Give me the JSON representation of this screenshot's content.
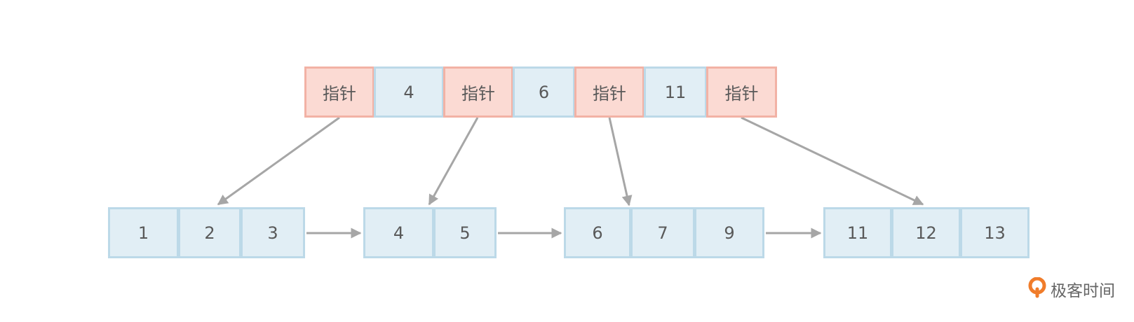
{
  "diagram": {
    "top_node": [
      {
        "text": "指针",
        "kind": "pointer"
      },
      {
        "text": "4",
        "kind": "key"
      },
      {
        "text": "指针",
        "kind": "pointer"
      },
      {
        "text": "6",
        "kind": "key"
      },
      {
        "text": "指针",
        "kind": "pointer"
      },
      {
        "text": "11",
        "kind": "key"
      },
      {
        "text": "指针",
        "kind": "pointer"
      }
    ],
    "leaf_nodes": [
      {
        "keys": [
          "1",
          "2",
          "3"
        ]
      },
      {
        "keys": [
          "4",
          "5"
        ]
      },
      {
        "keys": [
          "6",
          "7",
          "9"
        ]
      },
      {
        "keys": [
          "11",
          "12",
          "13"
        ]
      }
    ],
    "pointer_targets": [
      0,
      1,
      2,
      3
    ],
    "leaf_links": [
      [
        0,
        1
      ],
      [
        1,
        2
      ],
      [
        2,
        3
      ]
    ]
  },
  "watermark": {
    "text": "极客时间",
    "icon": "geektime-logo-icon"
  },
  "colors": {
    "key_fill": "#e1eef5",
    "key_border": "#bcd9e8",
    "pointer_fill": "#fbdad3",
    "pointer_border": "#f2b2a5",
    "arrow": "#a6a6a6",
    "logo": "#f07c2a"
  }
}
